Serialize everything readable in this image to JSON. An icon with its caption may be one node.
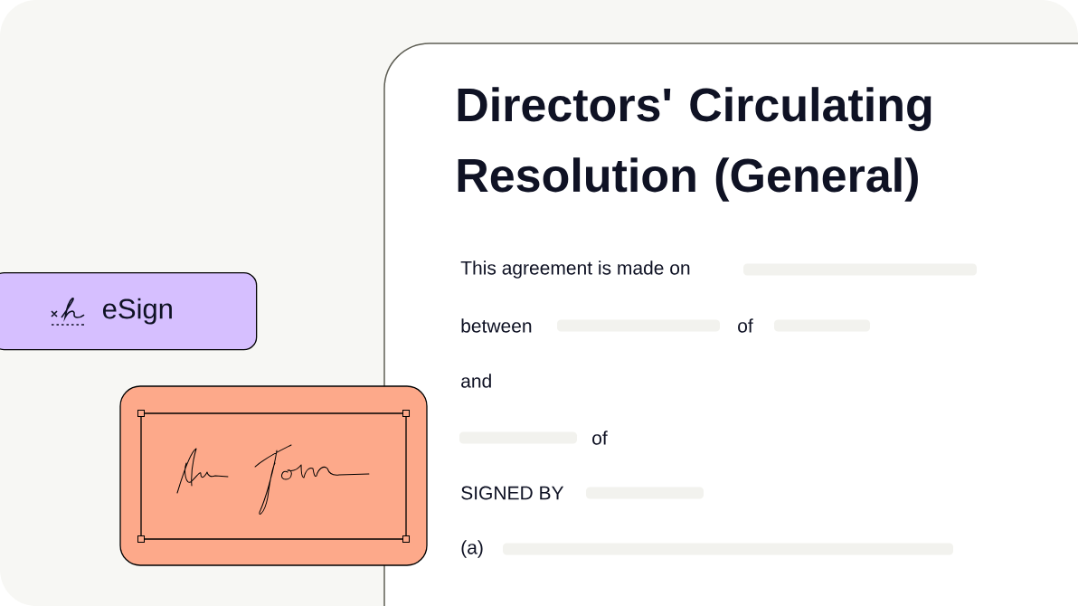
{
  "diagram": {
    "nodes": [
      {
        "text": [
          "Directors' Circulating Resolution (General)"
        ]
      },
      {
        "text": [
          "eSign"
        ]
      },
      {
        "text": [],
        "shape": "box"
      }
    ],
    "labels": [
      "This agreement is made on",
      "between",
      "of",
      "and",
      "of",
      "SIGNED BY",
      "(a)"
    ]
  }
}
